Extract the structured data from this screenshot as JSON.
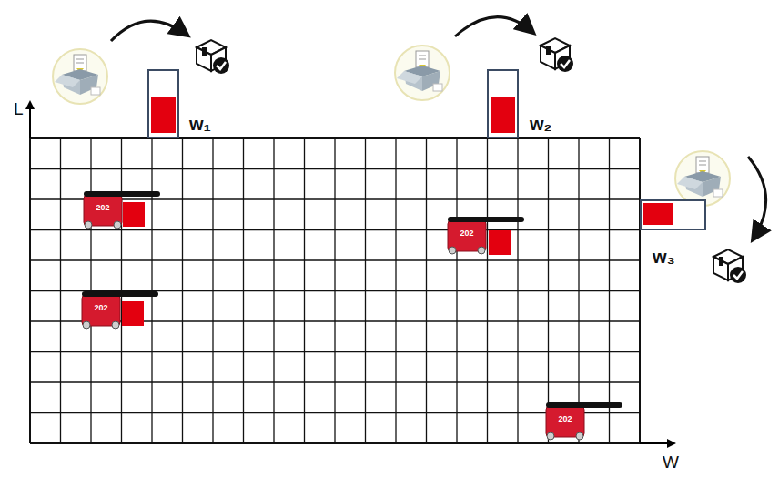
{
  "diagram": {
    "nodes": [
      {
        "text": [
          "w₁"
        ]
      },
      {
        "text": [
          "w₂"
        ]
      },
      {
        "text": [
          "w₃"
        ]
      }
    ],
    "labels": [
      "L",
      "W",
      "202",
      "202",
      "202",
      "202"
    ]
  }
}
